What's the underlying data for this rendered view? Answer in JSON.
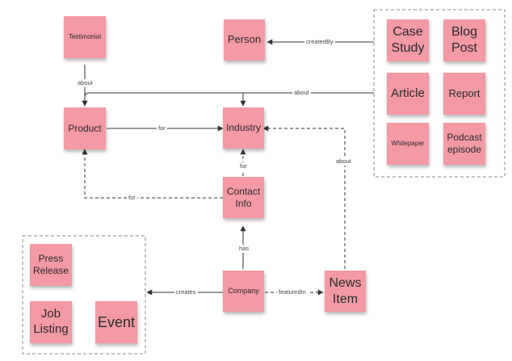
{
  "notes": {
    "testimonial": "Testimonial",
    "person": "Person",
    "product": "Product",
    "industry": "Industry",
    "contact_info": "Contact\nInfo",
    "company": "Company",
    "news_item": "News\nItem",
    "case_study": "Case\nStudy",
    "blog_post": "Blog\nPost",
    "article": "Article",
    "report": "Report",
    "whitepaper": "Whitepaper",
    "podcast_episode": "Podcast\nepisode",
    "press_release": "Press\nRelease",
    "job_listing": "Job\nListing",
    "event": "Event"
  },
  "edges": {
    "testimonial_product": "about",
    "content_person": "createdBy",
    "content_product": "about",
    "product_industry": "for",
    "contact_product": "for",
    "contact_industry": "for",
    "news_industry": "about",
    "company_contact": "has",
    "company_group": "creates",
    "company_news": "featuredIn"
  },
  "colors": {
    "note": "#f39aa4",
    "line": "#333333",
    "group_border": "#8a8a8a"
  }
}
